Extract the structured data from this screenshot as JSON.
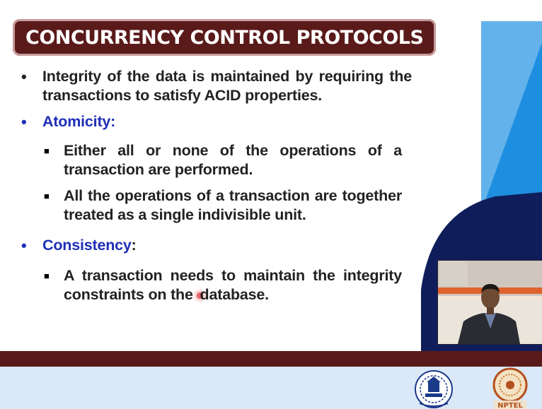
{
  "slide": {
    "title": "CONCURRENCY CONTROL PROTOCOLS",
    "items": [
      {
        "level": 1,
        "text": "Integrity of the data is maintained by requiring the transactions to satisfy ACID properties."
      },
      {
        "level": 1,
        "heading": "Atomicity",
        "suffix": ":"
      },
      {
        "level": 2,
        "text": "Either all or none of the operations of a transaction are performed."
      },
      {
        "level": 2,
        "text": "All the operations of a transaction are together treated as a single indivisible unit."
      },
      {
        "level": 1,
        "heading": "Consistency",
        "suffix": ":"
      },
      {
        "level": 2,
        "text_before_cursor": "A transaction needs to maintain the integrity constraints on the",
        "text_after_cursor": "database."
      }
    ]
  },
  "footer": {
    "logo_right_text": "NPTEL"
  },
  "colors": {
    "title_bg": "#5a1a1a",
    "heading_blue": "#1f2fb8",
    "band": "#5a1a1a",
    "deco_blue": "#1e8fe0",
    "deco_navy": "#0f1d5a",
    "footer_bg": "#dbe8f7"
  },
  "icons": {
    "left_logo": "iit-kharagpur-emblem-icon",
    "right_logo": "nptel-logo-icon",
    "bullet_l1": "round-bullet-icon",
    "bullet_l2": "square-bullet-icon"
  }
}
